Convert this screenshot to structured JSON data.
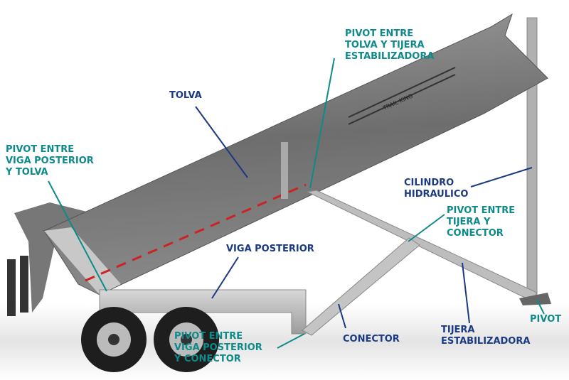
{
  "colors": {
    "teal": "#0e8a8a",
    "navy": "#1b3a82"
  },
  "brand_on_hopper": "TRAIL KING",
  "labels": {
    "tolva": [
      "TOLVA"
    ],
    "pivot_tolva_tijera": [
      "PIVOT ENTRE",
      "TOLVA Y TIJERA",
      "ESTABILIZADORA"
    ],
    "pivot_viga_tolva": [
      "PIVOT ENTRE",
      "VIGA POSTERIOR",
      "Y TOLVA"
    ],
    "cilindro": [
      "CILINDRO",
      "HIDRAULICO"
    ],
    "pivot_tijera_conector": [
      "PIVOT ENTRE",
      "TIJERA Y",
      "CONECTOR"
    ],
    "viga_posterior": [
      "VIGA POSTERIOR"
    ],
    "pivot": [
      "PIVOT"
    ],
    "tijera": [
      "TIJERA",
      "ESTABILIZADORA"
    ],
    "conector": [
      "CONECTOR"
    ],
    "pivot_viga_conector": [
      "PIVOT ENTRE",
      "VIGA POSTERIOR",
      "Y CONECTOR"
    ]
  }
}
